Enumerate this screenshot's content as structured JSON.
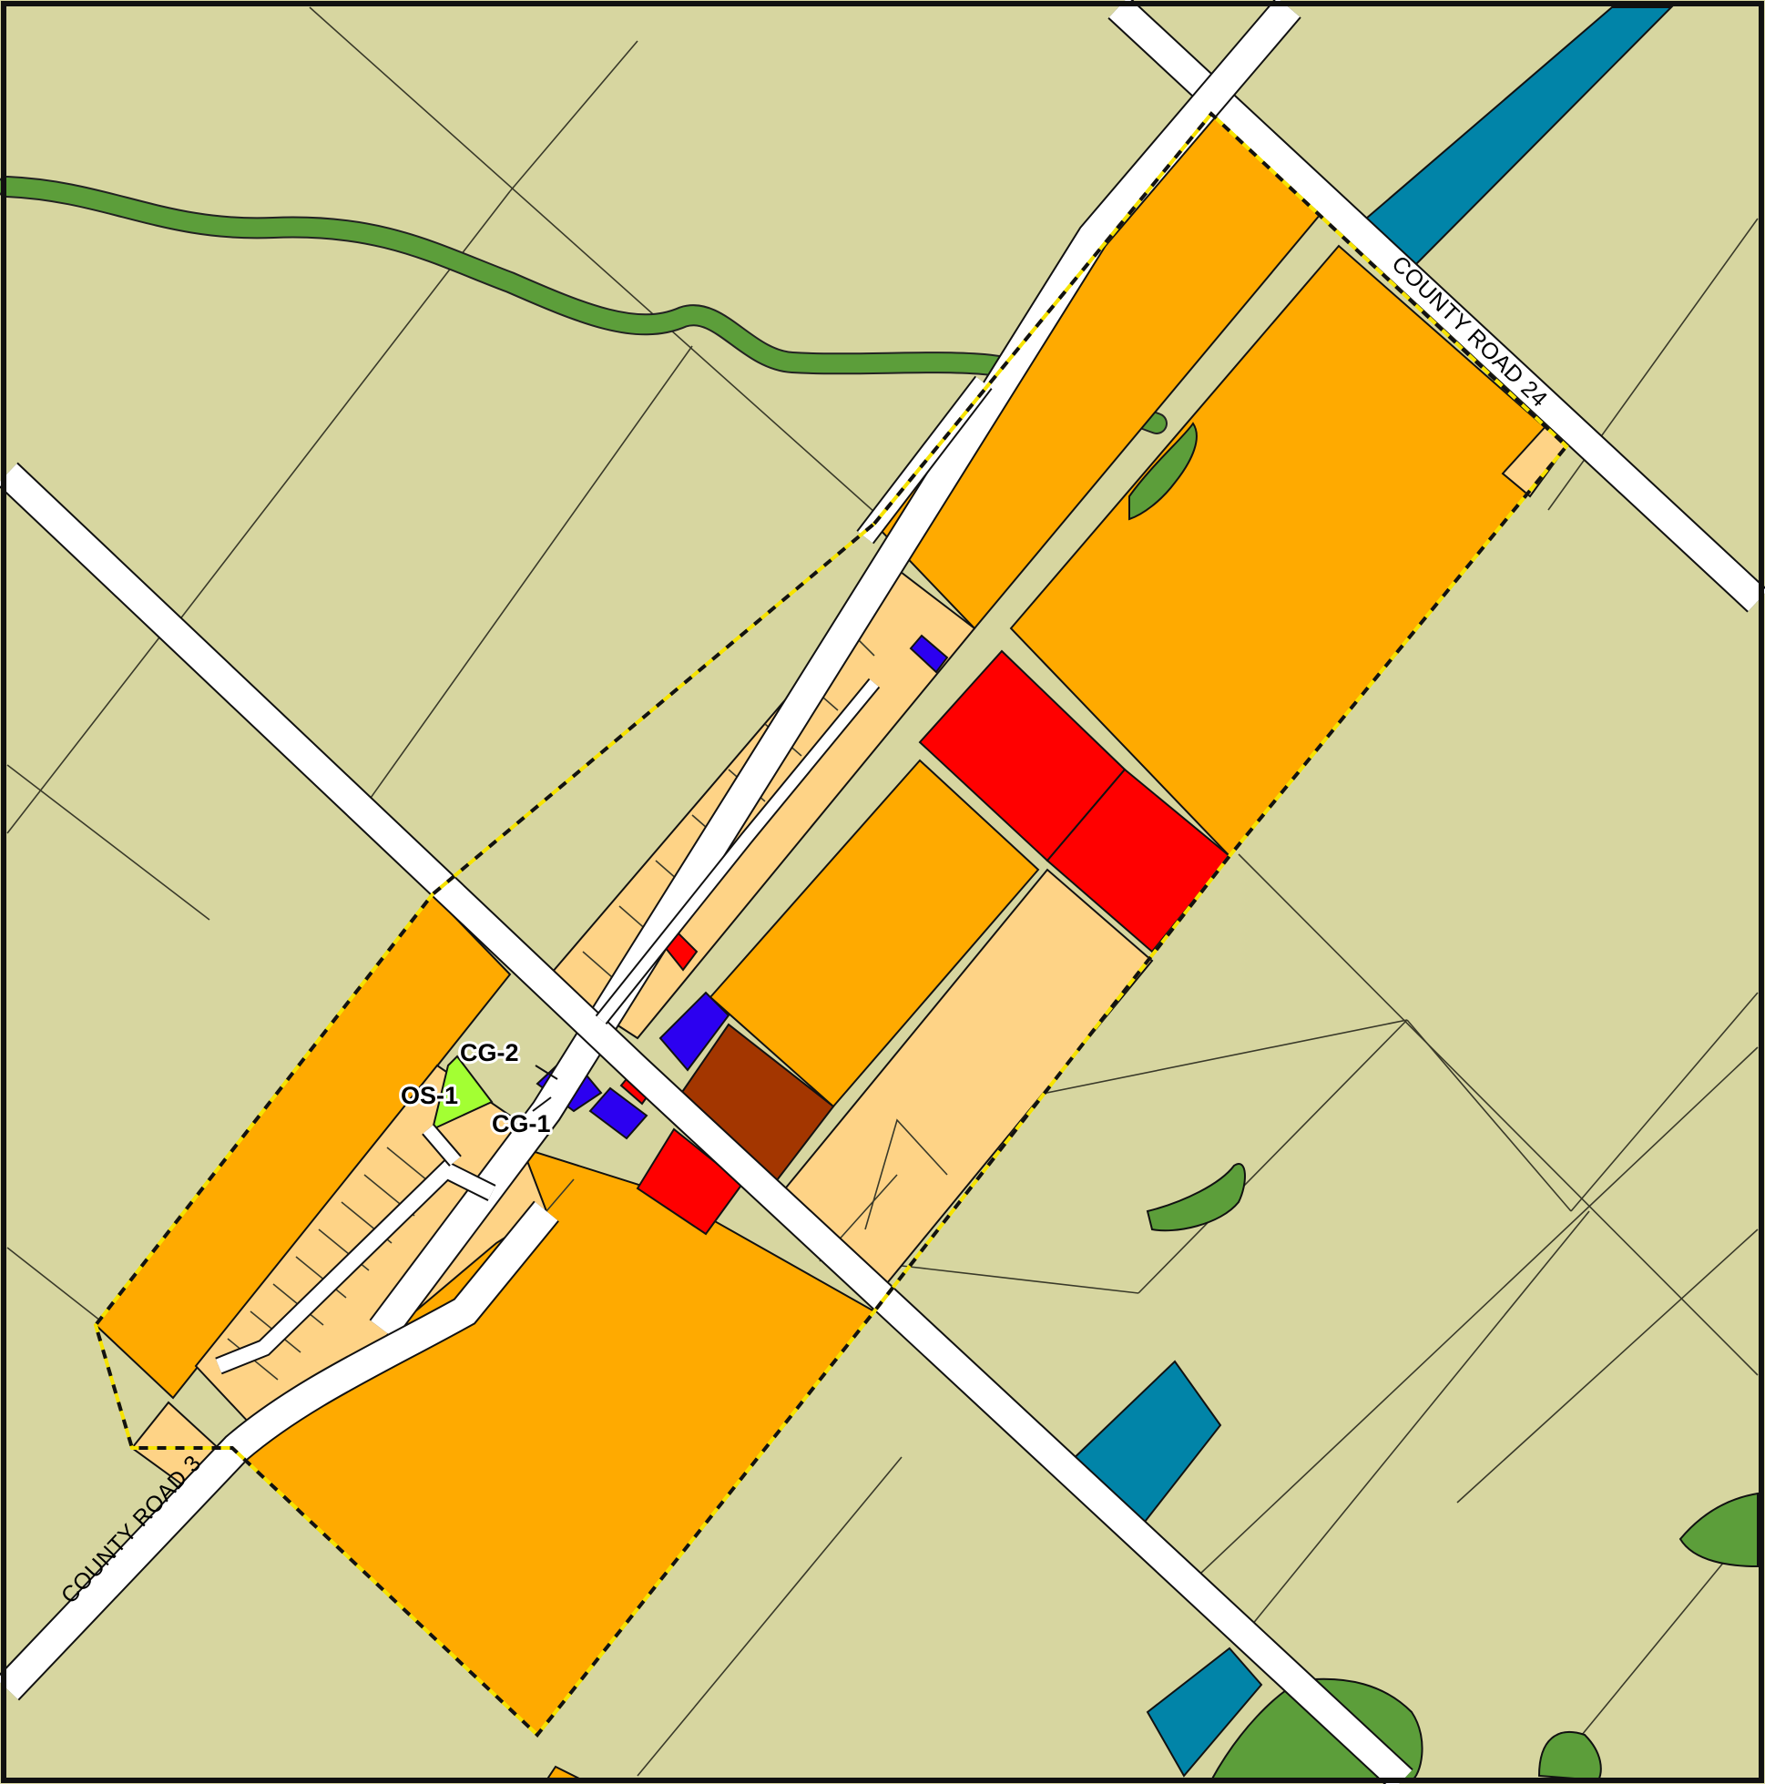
{
  "map": {
    "colors": {
      "background": "#d7d6a0",
      "agricultural": "#d7d6a0",
      "residential_future": "#ffaa00",
      "residential": "#fed386",
      "commercial_general": "#ff0000",
      "commercial_core": "#2c00f0",
      "industrial": "#a33600",
      "open_space": "#a3ff33",
      "institutional": "#0184a8",
      "environmental": "#5c9e3a",
      "road": "#ffffff"
    },
    "labels": {
      "county_road_24": "COUNTY ROAD 24",
      "county_road_3": "COUNTY ROAD 3",
      "cg2": "CG-2",
      "cg1": "CG-1",
      "os1": "OS-1"
    }
  }
}
